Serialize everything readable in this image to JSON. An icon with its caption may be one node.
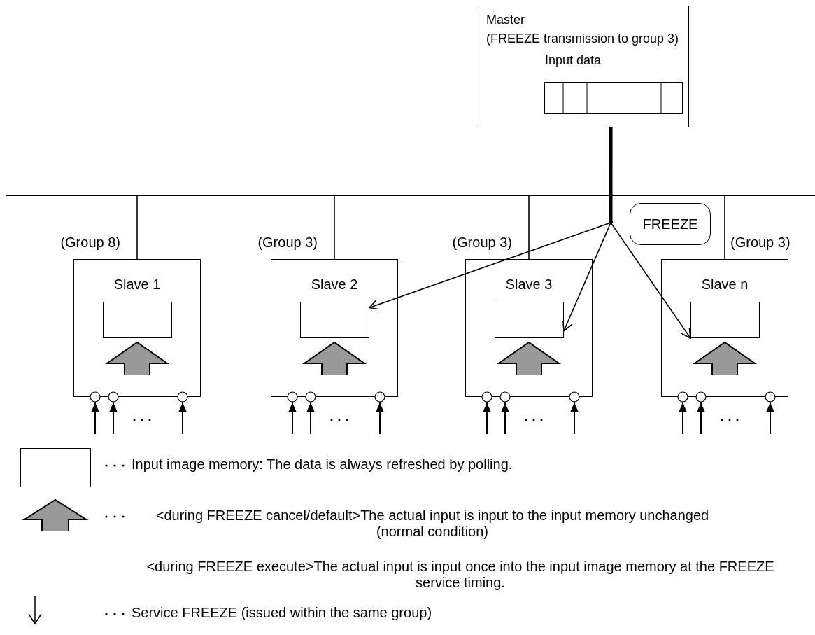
{
  "diagram": {
    "nodes": [
      {
        "text": [
          "Master",
          "(FREEZE transmission to group 3)",
          "Input data"
        ]
      },
      {
        "text": [],
        "shape": "bar"
      },
      {
        "text": [],
        "shape": "point"
      },
      {
        "text": [
          "FREEZE"
        ]
      },
      {
        "text": [
          "Slave 1"
        ],
        "beside": [
          "(Group 8)"
        ]
      },
      {
        "text": [],
        "shape": "box",
        "in": 4
      },
      {
        "text": [
          "Slave 2"
        ],
        "beside": [
          "(Group 3)"
        ]
      },
      {
        "text": [],
        "shape": "box",
        "in": 6
      },
      {
        "text": [
          "Slave 3"
        ],
        "beside": [
          "(Group 3)"
        ]
      },
      {
        "text": [],
        "shape": "box",
        "in": 8
      },
      {
        "text": [
          "Slave n"
        ],
        "beside": [
          "(Group 3)"
        ]
      },
      {
        "text": [],
        "shape": "box",
        "in": 10
      }
    ],
    "edges": [
      {
        "from": 0,
        "to": 2,
        "arrow": "none",
        "style": "thick"
      },
      {
        "from": 1,
        "to": 4,
        "arrow": "none"
      },
      {
        "from": 1,
        "to": 6,
        "arrow": "none"
      },
      {
        "from": 1,
        "to": 8,
        "arrow": "none"
      },
      {
        "from": 1,
        "to": 10,
        "arrow": "none"
      },
      {
        "from": 2,
        "to": 7,
        "arrow": "to"
      },
      {
        "from": 2,
        "to": 9,
        "arrow": "to"
      },
      {
        "from": 2,
        "to": 11,
        "arrow": "to"
      },
      {
        "from": null,
        "to": 4,
        "arrow": "to"
      },
      {
        "from": null,
        "to": 4,
        "arrow": "to"
      },
      {
        "from": null,
        "to": 4,
        "arrow": "to"
      },
      {
        "from": null,
        "to": 6,
        "arrow": "to"
      },
      {
        "from": null,
        "to": 6,
        "arrow": "to"
      },
      {
        "from": null,
        "to": 6,
        "arrow": "to"
      },
      {
        "from": null,
        "to": 8,
        "arrow": "to"
      },
      {
        "from": null,
        "to": 8,
        "arrow": "to"
      },
      {
        "from": null,
        "to": 8,
        "arrow": "to"
      },
      {
        "from": null,
        "to": 10,
        "arrow": "to"
      },
      {
        "from": null,
        "to": 10,
        "arrow": "to"
      },
      {
        "from": null,
        "to": 10,
        "arrow": "to"
      }
    ],
    "labels": [
      "<during FREEZE execute>The actual input is input once into the input image memory at the FREEZE service timing."
    ],
    "legend": [
      {
        "text": "Input image memory: The data is always refreshed by polling."
      },
      {
        "text": "<during FREEZE cancel/default>The actual input is input to the input memory unchanged (normal condition)"
      },
      {
        "text": "Service FREEZE (issued within the same group)"
      }
    ]
  }
}
